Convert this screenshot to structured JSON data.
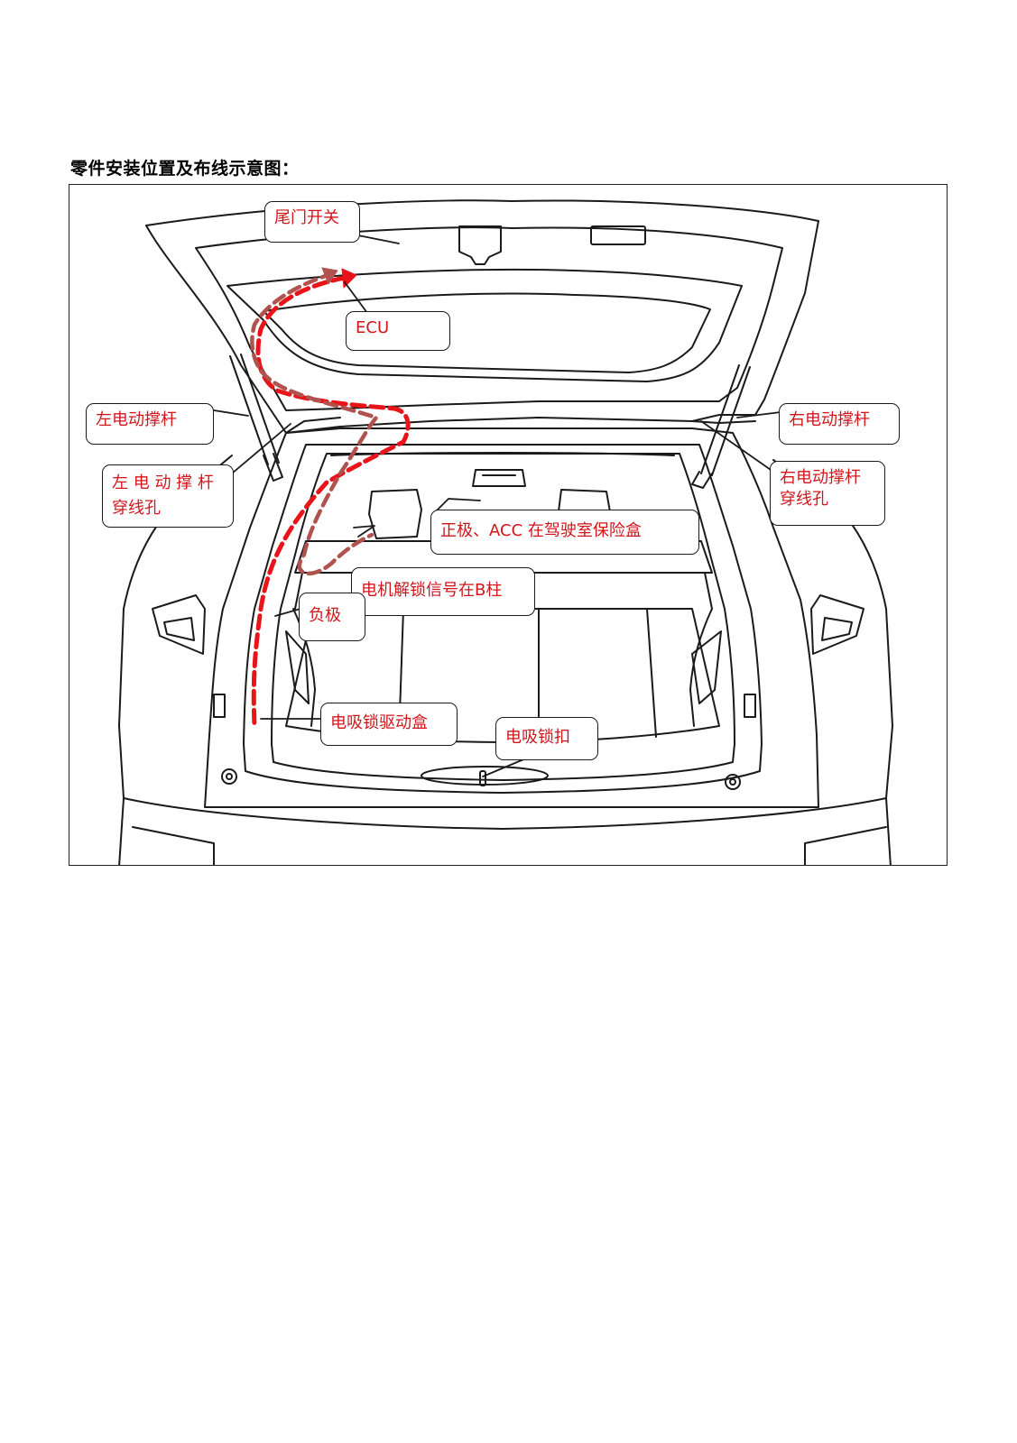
{
  "page": {
    "title": "零件安装位置及布线示意图："
  },
  "callouts": {
    "tailgate_switch": "尾门开关",
    "ecu": "ECU",
    "left_strut": "左电动撑杆",
    "right_strut": "右电动撑杆",
    "left_strut_hole_line1": "左 电 动 撑 杆",
    "left_strut_hole_line2": "穿线孔",
    "right_strut_hole_line1": "右电动撑杆",
    "right_strut_hole_line2": "穿线孔",
    "positive_acc": "正极、ACC 在驾驶室保险盒",
    "motor_unlock": "电机解锁信号在B柱",
    "negative": "负极",
    "latch_driver_box": "电吸锁驱动盒",
    "latch_striker": "电吸锁扣"
  },
  "colors": {
    "callout_text": "#d0161b",
    "wiring_primary": "#e8141a",
    "wiring_secondary": "#b0524e",
    "outline": "#1a1a1a"
  }
}
